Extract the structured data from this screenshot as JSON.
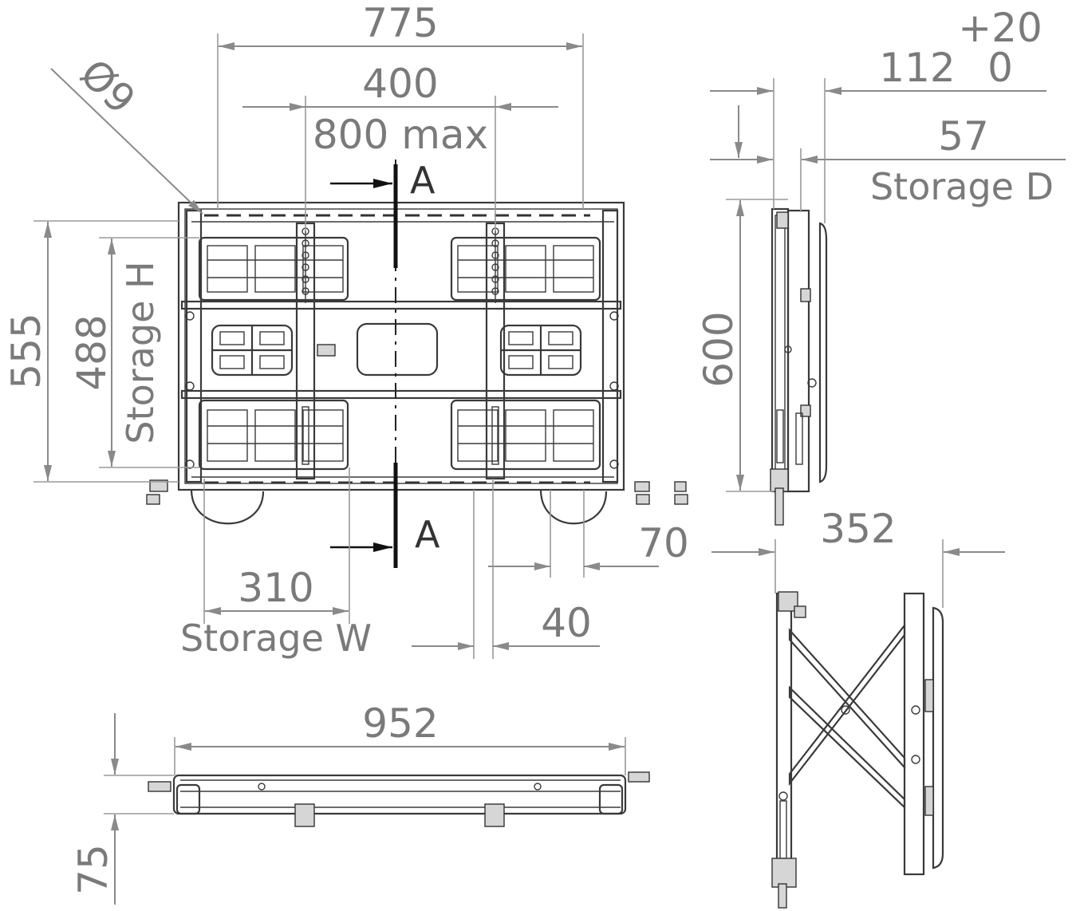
{
  "front_view": {
    "dim_width_outer": "775",
    "dim_hole_spacing": "400",
    "dim_vesa_max": "800 max",
    "dim_hole_dia": "Ø9",
    "dim_height_outer": "555",
    "dim_storage_h_value": "488",
    "dim_storage_h_label": "Storage H",
    "dim_storage_w_value": "310",
    "dim_storage_w_label": "Storage W",
    "dim_offset_70": "70",
    "dim_offset_40": "40",
    "section_marker_top": "A",
    "section_marker_bottom": "A"
  },
  "side_view": {
    "dim_depth_tol_plus": "+20",
    "dim_depth": "112",
    "dim_depth_tol_zero": "0",
    "dim_storage_d_value": "57",
    "dim_storage_d_label": "Storage D",
    "dim_height": "600"
  },
  "extended_view": {
    "dim_extension": "352"
  },
  "bottom_view": {
    "dim_total_width": "952",
    "dim_thickness": "75"
  }
}
